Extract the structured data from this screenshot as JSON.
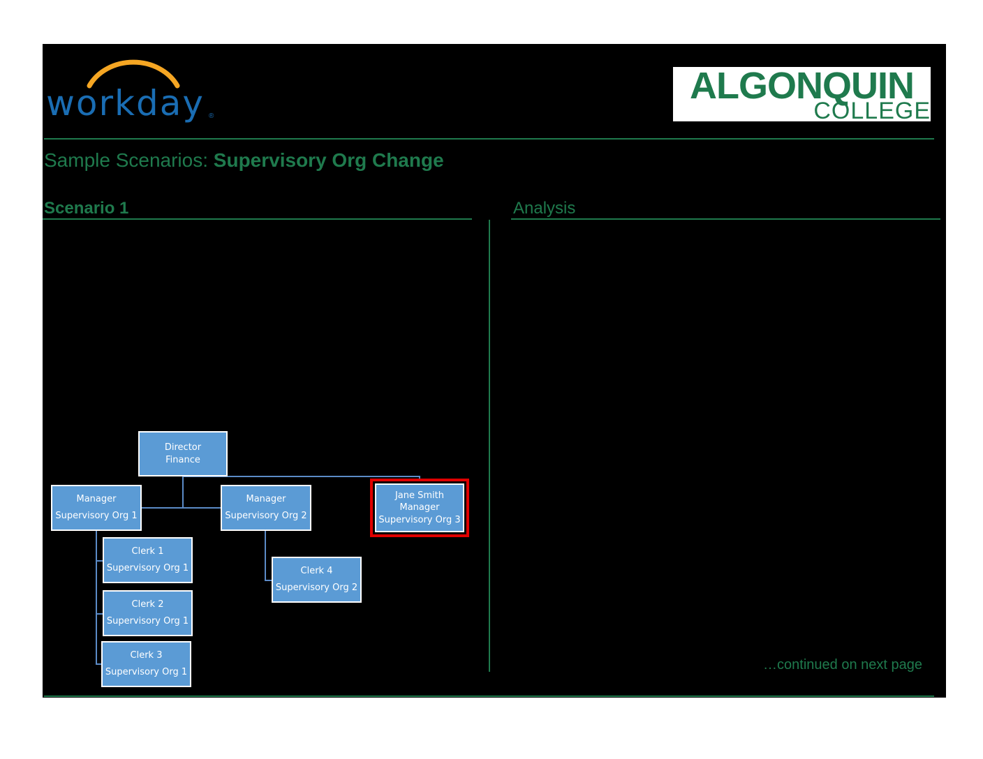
{
  "header": {
    "logo_left": {
      "text": "workday",
      "mark": "®",
      "arc_color": "#f5a623",
      "text_color": "#1a6db3"
    },
    "logo_right": {
      "line1": "ALGONQUIN",
      "line2": "COLLEGE",
      "color": "#1f7a4d"
    }
  },
  "page_title": {
    "prefix": "Sample Scenarios: ",
    "bold": "Supervisory Org Change"
  },
  "sections": {
    "left_heading": "Scenario 1",
    "right_heading": "Analysis"
  },
  "org_chart": {
    "director": {
      "line1": "Director",
      "line2": "Finance"
    },
    "manager1": {
      "line1": "Manager",
      "line2": "Supervisory Org 1"
    },
    "manager2": {
      "line1": "Manager",
      "line2": "Supervisory Org 2"
    },
    "manager3": {
      "line1": "Jane Smith",
      "line2": "Manager",
      "line3": "Supervisory Org 3"
    },
    "clerk1": {
      "line1": "Clerk 1",
      "line2": "Supervisory Org 1"
    },
    "clerk2": {
      "line1": "Clerk 2",
      "line2": "Supervisory Org 1"
    },
    "clerk3": {
      "line1": "Clerk 3",
      "line2": "Supervisory Org 1"
    },
    "clerk4": {
      "line1": "Clerk 4",
      "line2": "Supervisory Org 2"
    }
  },
  "footer": {
    "continued": "…continued on next page"
  },
  "colors": {
    "accent_green": "#1f7a4d",
    "node_blue": "#5b9bd5",
    "highlight_red": "#e00000"
  }
}
